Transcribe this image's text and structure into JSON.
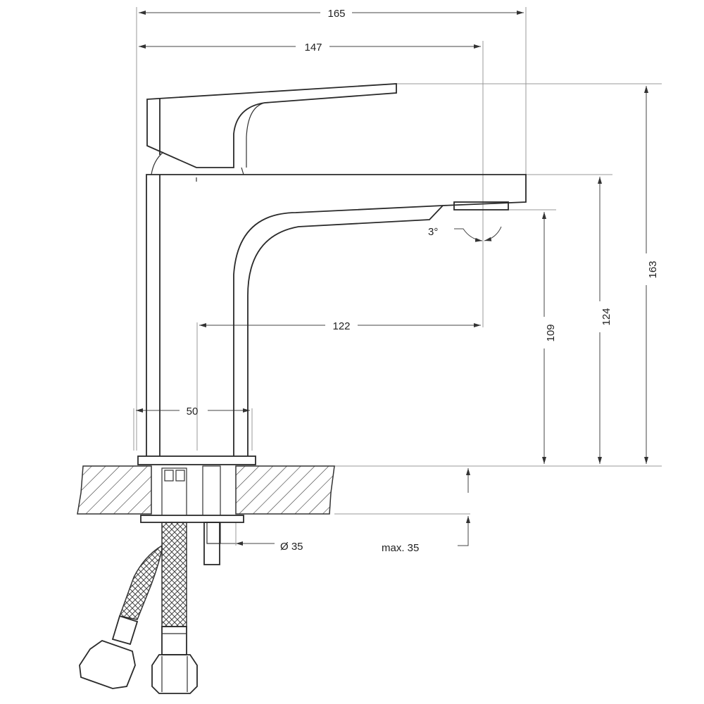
{
  "title": "Basin mixer tap dimension drawing",
  "dimensions": {
    "overall_width": "165",
    "handle_width": "147",
    "spout_reach": "122",
    "base_width": "50",
    "spout_height": "109",
    "body_height": "124",
    "overall_height": "163",
    "spout_angle": "3°",
    "hole_diameter": "Ø 35",
    "max_counter_thickness": "max. 35"
  },
  "colors": {
    "line": "#2a2a2a",
    "background": "#ffffff"
  }
}
